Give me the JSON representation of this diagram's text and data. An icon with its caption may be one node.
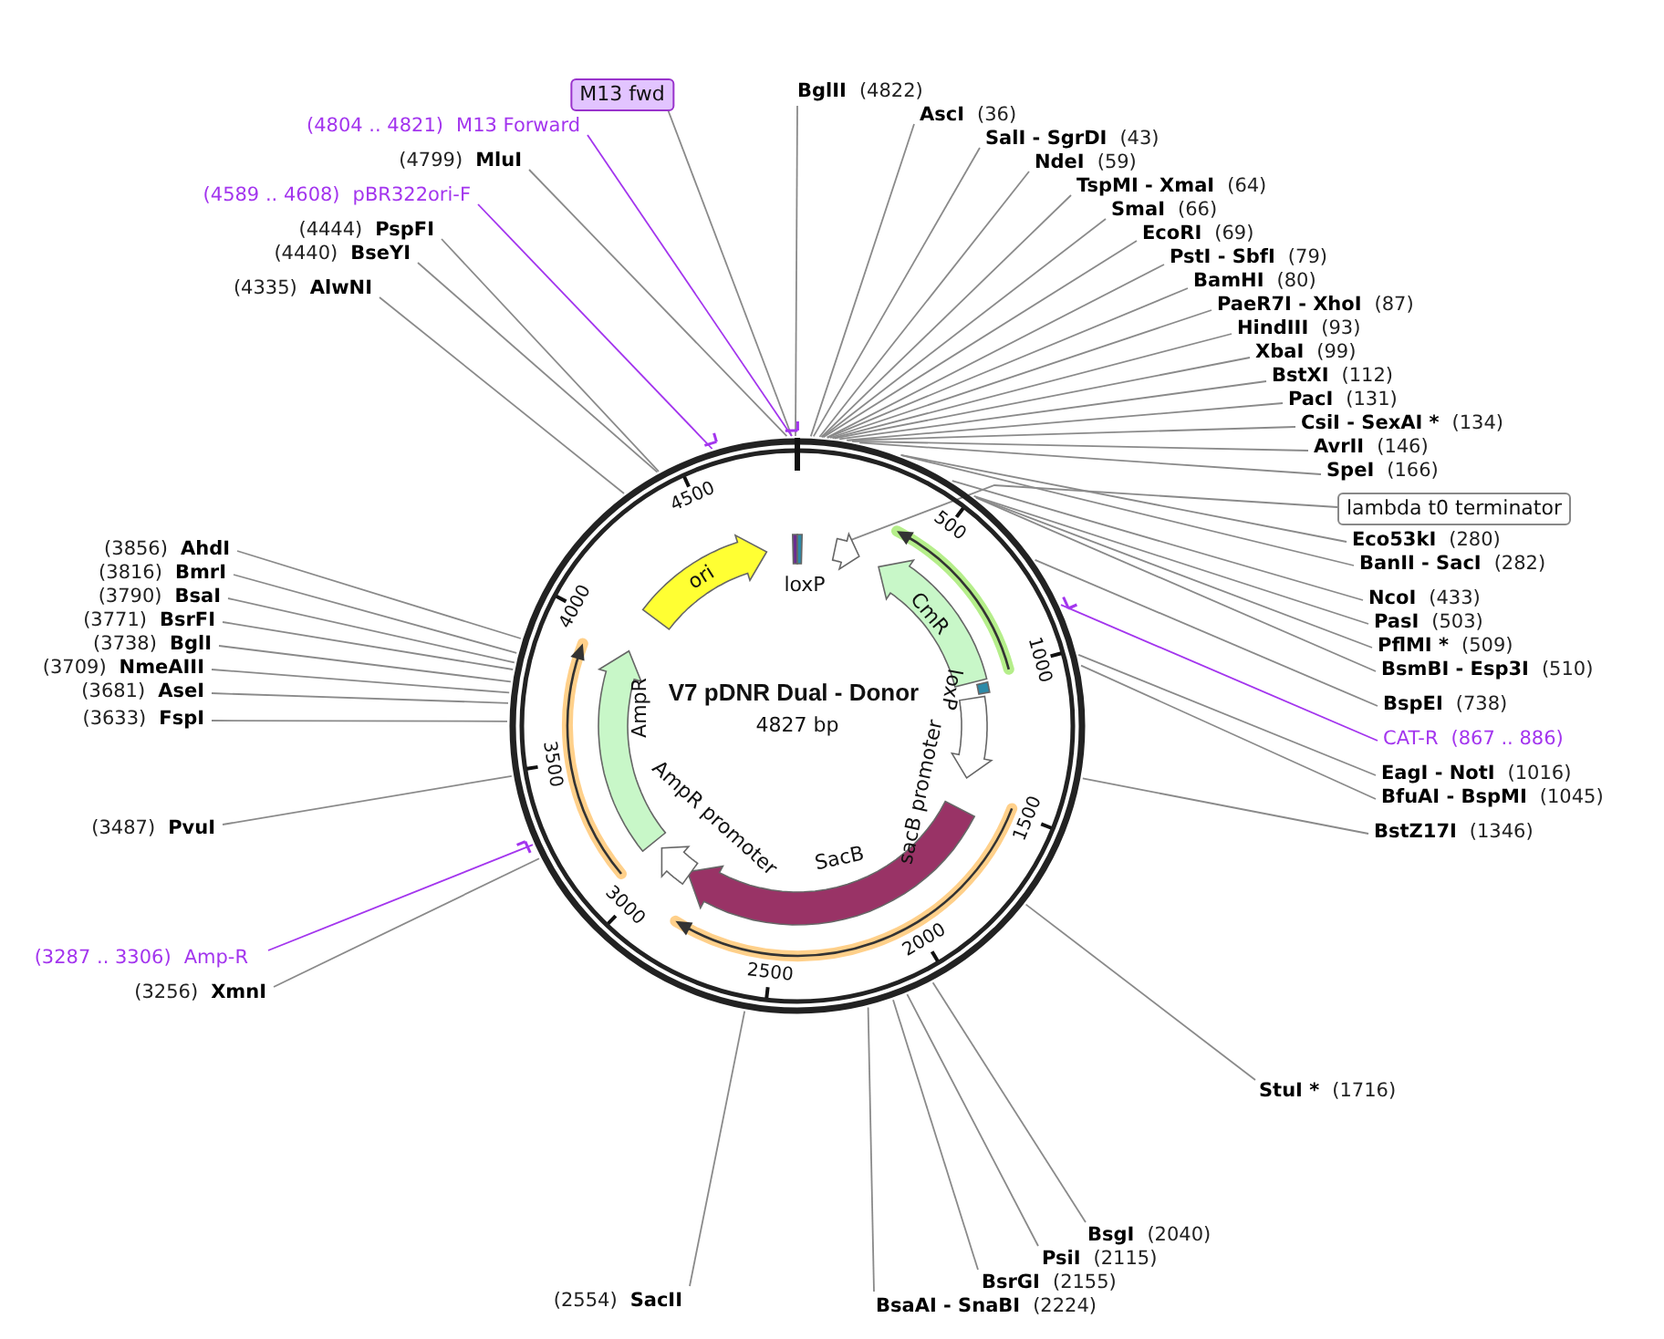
{
  "diagram": {
    "title": "V7 pDNR Dual - Donor",
    "nodes": [
      {
        "text": [
          "M13 fwd"
        ]
      },
      {
        "text": [
          "(4804 .. 4821)",
          "M13 Forward"
        ]
      },
      {
        "text": [
          "(4799)",
          "MluI"
        ]
      },
      {
        "text": [
          "(4589 .. 4608)",
          "pBR322ori-F"
        ]
      },
      {
        "text": [
          "(4444)",
          "PspFI"
        ]
      },
      {
        "text": [
          "(4440)",
          "BseYI"
        ]
      },
      {
        "text": [
          "(4335)",
          "AlwNI"
        ]
      },
      {
        "text": [
          "BglII",
          "(4822)"
        ]
      },
      {
        "text": [
          "AscI",
          "(36)"
        ]
      },
      {
        "text": [
          "SalI - SgrDI",
          "(43)"
        ]
      },
      {
        "text": [
          "NdeI",
          "(59)"
        ]
      },
      {
        "text": [
          "TspMI - XmaI",
          "(64)"
        ]
      },
      {
        "text": [
          "SmaI",
          "(66)"
        ]
      },
      {
        "text": [
          "EcoRI",
          "(69)"
        ]
      },
      {
        "text": [
          "PstI - SbfI",
          "(79)"
        ]
      },
      {
        "text": [
          "BamHI",
          "(80)"
        ]
      },
      {
        "text": [
          "PaeR7I - XhoI",
          "(87)"
        ]
      },
      {
        "text": [
          "HindIII",
          "(93)"
        ]
      },
      {
        "text": [
          "XbaI",
          "(99)"
        ]
      },
      {
        "text": [
          "BstXI",
          "(112)"
        ]
      },
      {
        "text": [
          "PacI",
          "(131)"
        ]
      },
      {
        "text": [
          "CsiI - SexAI *",
          "(134)"
        ]
      },
      {
        "text": [
          "AvrII",
          "(146)"
        ]
      },
      {
        "text": [
          "SpeI",
          "(166)"
        ]
      },
      {
        "text": [
          "lambda t0 terminator"
        ]
      },
      {
        "text": [
          "Eco53kI",
          "(280)"
        ]
      },
      {
        "text": [
          "BanII - SacI",
          "(282)"
        ]
      },
      {
        "text": [
          "NcoI",
          "(433)"
        ]
      },
      {
        "text": [
          "PasI",
          "(503)"
        ]
      },
      {
        "text": [
          "PflMI *",
          "(509)"
        ]
      },
      {
        "text": [
          "BsmBI - Esp3I",
          "(510)"
        ]
      },
      {
        "text": [
          "BspEI",
          "(738)"
        ]
      },
      {
        "text": [
          "CAT-R",
          "(867 .. 886)"
        ]
      },
      {
        "text": [
          "EagI - NotI",
          "(1016)"
        ]
      },
      {
        "text": [
          "BfuAI - BspMI",
          "(1045)"
        ]
      },
      {
        "text": [
          "BstZ17I",
          "(1346)"
        ]
      },
      {
        "text": [
          "StuI *",
          "(1716)"
        ]
      },
      {
        "text": [
          "BsgI",
          "(2040)"
        ]
      },
      {
        "text": [
          "PsiI",
          "(2115)"
        ]
      },
      {
        "text": [
          "BsrGI",
          "(2155)"
        ]
      },
      {
        "text": [
          "BsaAI - SnaBI",
          "(2224)"
        ]
      },
      {
        "text": [
          "(2554)",
          "SacII"
        ]
      },
      {
        "text": [
          "(3256)",
          "XmnI"
        ]
      },
      {
        "text": [
          "(3287 .. 3306)",
          "Amp-R"
        ]
      },
      {
        "text": [
          "(3487)",
          "PvuI"
        ]
      },
      {
        "text": [
          "(3633)",
          "FspI"
        ]
      },
      {
        "text": [
          "(3681)",
          "AseI"
        ]
      },
      {
        "text": [
          "(3709)",
          "NmeAIII"
        ]
      },
      {
        "text": [
          "(3738)",
          "BglI"
        ]
      },
      {
        "text": [
          "(3771)",
          "BsrFI"
        ]
      },
      {
        "text": [
          "(3790)",
          "BsaI"
        ]
      },
      {
        "text": [
          "(3816)",
          "BmrI"
        ]
      },
      {
        "text": [
          "(3856)",
          "AhdI"
        ]
      },
      {
        "text": [],
        "shape": "circle"
      },
      {
        "text": [
          "ori"
        ],
        "in": 53
      },
      {
        "text": [
          "loxP"
        ],
        "in": 53
      },
      {
        "text": [
          "CmR"
        ],
        "in": 53
      },
      {
        "text": [
          "loxP"
        ],
        "in": 53
      },
      {
        "text": [
          "sacB promoter"
        ],
        "in": 53
      },
      {
        "text": [],
        "shape": "arrow",
        "beside": [
          "SacB"
        ],
        "in": 53
      },
      {
        "text": [
          "AmpR promoter"
        ],
        "in": 53
      },
      {
        "text": [],
        "shape": "arrow",
        "beside": [
          "AmpR"
        ],
        "in": 53
      },
      {
        "text": [],
        "shape": "arrow",
        "in": 53
      }
    ],
    "edges": [
      {
        "from": 0,
        "to": 53,
        "arrow": "none"
      },
      {
        "from": 1,
        "to": 53,
        "arrow": "none",
        "color": "#a335ee"
      },
      {
        "from": 2,
        "to": 53,
        "arrow": "none"
      },
      {
        "from": 3,
        "to": 53,
        "arrow": "none",
        "color": "#a335ee"
      },
      {
        "from": 4,
        "to": 53,
        "arrow": "none"
      },
      {
        "from": 5,
        "to": 53,
        "arrow": "none"
      },
      {
        "from": 6,
        "to": 53,
        "arrow": "none"
      },
      {
        "from": 7,
        "to": 53,
        "arrow": "none"
      },
      {
        "from": 8,
        "to": 53,
        "arrow": "none"
      },
      {
        "from": 9,
        "to": 53,
        "arrow": "none"
      },
      {
        "from": 10,
        "to": 53,
        "arrow": "none"
      },
      {
        "from": 11,
        "to": 53,
        "arrow": "none"
      },
      {
        "from": 12,
        "to": 53,
        "arrow": "none"
      },
      {
        "from": 13,
        "to": 53,
        "arrow": "none"
      },
      {
        "from": 14,
        "to": 53,
        "arrow": "none"
      },
      {
        "from": 15,
        "to": 53,
        "arrow": "none"
      },
      {
        "from": 16,
        "to": 53,
        "arrow": "none"
      },
      {
        "from": 17,
        "to": 53,
        "arrow": "none"
      },
      {
        "from": 18,
        "to": 53,
        "arrow": "none"
      },
      {
        "from": 19,
        "to": 53,
        "arrow": "none"
      },
      {
        "from": 20,
        "to": 53,
        "arrow": "none"
      },
      {
        "from": 21,
        "to": 53,
        "arrow": "none"
      },
      {
        "from": 22,
        "to": 53,
        "arrow": "none"
      },
      {
        "from": 23,
        "to": 53,
        "arrow": "none"
      },
      {
        "from": 24,
        "to": 62,
        "arrow": "none"
      },
      {
        "from": 25,
        "to": 53,
        "arrow": "none"
      },
      {
        "from": 26,
        "to": 53,
        "arrow": "none"
      },
      {
        "from": 27,
        "to": 53,
        "arrow": "none"
      },
      {
        "from": 28,
        "to": 53,
        "arrow": "none"
      },
      {
        "from": 29,
        "to": 53,
        "arrow": "none"
      },
      {
        "from": 30,
        "to": 53,
        "arrow": "none"
      },
      {
        "from": 31,
        "to": 53,
        "arrow": "none"
      },
      {
        "from": 32,
        "to": 53,
        "arrow": "none",
        "color": "#a335ee"
      },
      {
        "from": 33,
        "to": 53,
        "arrow": "none"
      },
      {
        "from": 34,
        "to": 53,
        "arrow": "none"
      },
      {
        "from": 35,
        "to": 53,
        "arrow": "none"
      },
      {
        "from": 36,
        "to": 53,
        "arrow": "none"
      },
      {
        "from": 37,
        "to": 53,
        "arrow": "none"
      },
      {
        "from": 38,
        "to": 53,
        "arrow": "none"
      },
      {
        "from": 39,
        "to": 53,
        "arrow": "none"
      },
      {
        "from": 40,
        "to": 53,
        "arrow": "none"
      },
      {
        "from": 41,
        "to": 53,
        "arrow": "none"
      },
      {
        "from": 42,
        "to": 53,
        "arrow": "none"
      },
      {
        "from": 43,
        "to": 53,
        "arrow": "none",
        "color": "#a335ee"
      },
      {
        "from": 44,
        "to": 53,
        "arrow": "none"
      },
      {
        "from": 45,
        "to": 53,
        "arrow": "none"
      },
      {
        "from": 46,
        "to": 53,
        "arrow": "none"
      },
      {
        "from": 47,
        "to": 53,
        "arrow": "none"
      },
      {
        "from": 48,
        "to": 53,
        "arrow": "none"
      },
      {
        "from": 49,
        "to": 53,
        "arrow": "none"
      },
      {
        "from": 50,
        "to": 53,
        "arrow": "none"
      },
      {
        "from": 51,
        "to": 53,
        "arrow": "none"
      },
      {
        "from": 52,
        "to": 53,
        "arrow": "none"
      }
    ],
    "labels": [
      "4827 bp",
      "500",
      "1000",
      "1500",
      "2000",
      "2500",
      "3000",
      "3500",
      "4000",
      "4500"
    ]
  }
}
